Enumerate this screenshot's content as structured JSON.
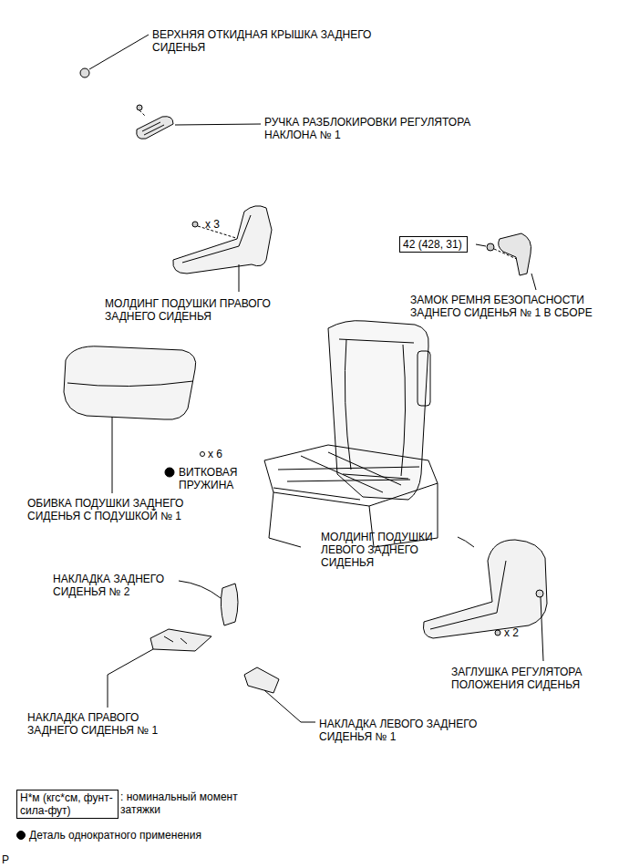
{
  "diagram": {
    "nodes": [
      {
        "text": [
          "42 (428, 31)"
        ]
      },
      {
        "text": [
          "Н*м (кгс*см, фунт-сила-фут)"
        ]
      }
    ],
    "labels": [
      "ВЕРХНЯЯ ОТКИДНАЯ КРЫШКА ЗАДНЕГО СИДЕНЬЯ",
      "РУЧКА РАЗБЛОКИРОВКИ РЕГУЛЯТОРА НАКЛОНА № 1",
      "x 3",
      "МОЛДИНГ ПОДУШКИ ПРАВОГО ЗАДНЕГО СИДЕНЬЯ",
      "ЗАМОК РЕМНЯ БЕЗОПАСНОСТИ ЗАДНЕГО СИДЕНЬЯ № 1 В СБОРЕ",
      "x 6",
      "ВИТКОВАЯ ПРУЖИНА",
      "ОБИВКА ПОДУШКИ ЗАДНЕГО СИДЕНЬЯ С ПОДУШКОЙ № 1",
      "МОЛДИНГ ПОДУШКИ ЛЕВОГО ЗАДНЕГО СИДЕНЬЯ",
      "НАКЛАДКА ЗАДНЕГО СИДЕНЬЯ № 2",
      "x 2",
      "ЗАГЛУШКА РЕГУЛЯТОРА ПОЛОЖЕНИЯ СИДЕНЬЯ",
      "НАКЛАДКА ПРАВОГО ЗАДНЕГО СИДЕНЬЯ № 1",
      "НАКЛАДКА ЛЕВОГО ЗАДНЕГО СИДЕНЬЯ № 1",
      "P"
    ],
    "legend": [
      {
        "text": ": номинальный момент затяжки"
      },
      {
        "text": "Деталь однократного применения"
      }
    ]
  }
}
